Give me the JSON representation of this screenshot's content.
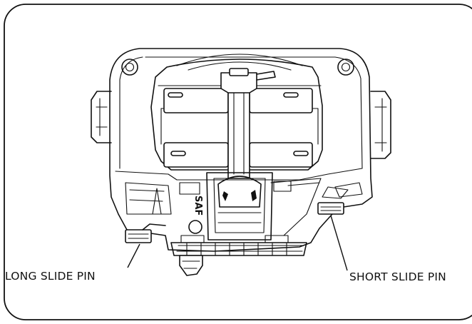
{
  "diagram": {
    "callouts": [
      {
        "id": "long-slide-pin",
        "text": "LONG SLIDE PIN"
      },
      {
        "id": "short-slide-pin",
        "text": "SHORT SLIDE PIN"
      }
    ],
    "caliper_marking": "SAF"
  }
}
